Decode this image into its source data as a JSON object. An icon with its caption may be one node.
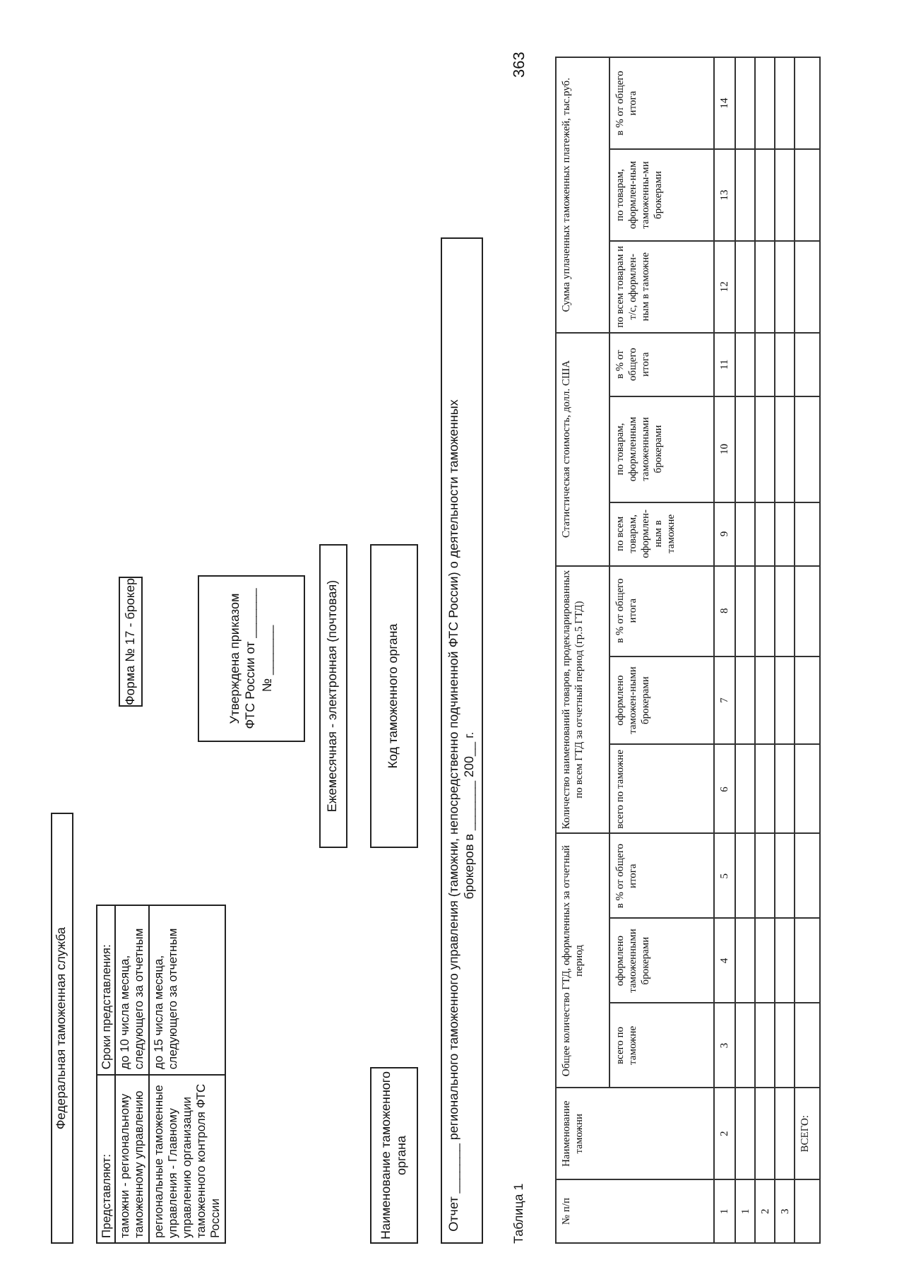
{
  "diagram": {
    "nodes": [
      {
        "text": [
          "Федеральная таможенная служба"
        ]
      },
      {
        "text": [
          "Форма № 17 - брокер"
        ]
      },
      {
        "text": [
          "Утверждена приказом ФТС России от _______ № _______"
        ]
      },
      {
        "text": [
          "Ежемесячная - электронная (почтовая)"
        ]
      },
      {
        "text": [
          "Наименование таможенного органа"
        ]
      },
      {
        "text": [
          "Код таможенного органа"
        ]
      },
      {
        "text": [
          "Отчет _______ регионального таможенного управления (таможни, непосредственно подчиненной ФТС России) о деятельности таможенных брокеров в _______ 200__ г."
        ]
      }
    ],
    "labels": [
      "363",
      "Представляют:",
      "Сроки представления:",
      "таможни - региональному таможенному управлению",
      "до 10 числа месяца, следующего за отчетным",
      "региональные таможенные управления - Главному управлению организации таможенного контроля ФТС России",
      "до 15 числа месяца, следующего за отчетным",
      "Таблица 1",
      "№ п/п",
      "Наименование таможни",
      "Общее количество ГТД, оформленных за отчетный период",
      "Количество наименований товаров, продекларированных по всем ГТД за отчетный период (гр.5 ГТД)",
      "Статистическая стоимость, долл. США",
      "Сумма уплаченных таможенных платежей, тыс.руб.",
      "всего по таможне",
      "оформлено таможенными брокерами",
      "в % от общего итога",
      "всего по таможне",
      "оформлено таможен-ными брокерами",
      "в % от общего итога",
      "по всем товарам, оформлен-ным в таможне",
      "по товарам, оформленным таможенными брокерами",
      "в % от общего итога",
      "по всем товарам и т/с, оформлен-ным в таможне",
      "по товарам, оформлен-ным таможенны-ми брокерами",
      "в % от общего итога",
      "1",
      "2",
      "3",
      "4",
      "5",
      "6",
      "7",
      "8",
      "9",
      "10",
      "11",
      "12",
      "13",
      "14",
      "1",
      "2",
      "3",
      "ВСЕГО:"
    ]
  }
}
